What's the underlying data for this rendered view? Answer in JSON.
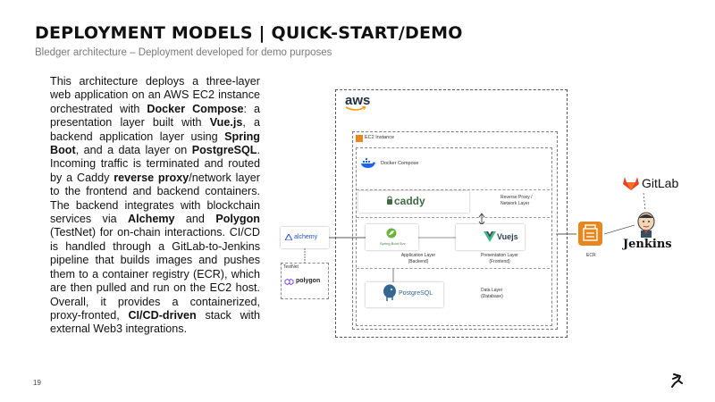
{
  "header": {
    "title": "DEPLOYMENT MODELS | QUICK-START/DEMO",
    "subtitle": "Bledger architecture – Deployment developed for demo purposes"
  },
  "body": {
    "segments": [
      {
        "t": "This architecture deploys a three-layer web application on an AWS EC2 instance orchestrated with ",
        "b": false
      },
      {
        "t": "Docker Compose",
        "b": true
      },
      {
        "t": ": a presentation layer built with ",
        "b": false
      },
      {
        "t": "Vue.js",
        "b": true
      },
      {
        "t": ", a backend application layer using ",
        "b": false
      },
      {
        "t": "Spring Boot",
        "b": true
      },
      {
        "t": ", and a data layer on ",
        "b": false
      },
      {
        "t": "PostgreSQL",
        "b": true
      },
      {
        "t": ". Incoming traffic is terminated and routed by a Caddy ",
        "b": false
      },
      {
        "t": "reverse proxy",
        "b": true
      },
      {
        "t": "/network layer to the frontend and backend containers. The backend integrates with blockchain services via ",
        "b": false
      },
      {
        "t": "Alchemy",
        "b": true
      },
      {
        "t": " and ",
        "b": false
      },
      {
        "t": "Polygon",
        "b": true
      },
      {
        "t": " (TestNet) for on-chain interactions. CI/CD is handled through a GitLab-to-Jenkins pipeline that builds images and pushes them to a container registry (ECR), which are then pulled and run on the EC2 host. Overall, it provides a containerized, proxy-fronted, ",
        "b": false
      },
      {
        "t": "CI/CD-driven",
        "b": true
      },
      {
        "t": " stack with external Web3 integrations.",
        "b": false
      }
    ]
  },
  "diagram": {
    "aws_logo": "aws",
    "ec2_label": "EC2 Instance",
    "docker_compose_label": "Docker Compose",
    "caddy_label": "caddy",
    "reverse_proxy_label_1": "Reverse Proxy /",
    "reverse_proxy_label_2": "Network Layer",
    "spring_label": "Spring Boot Svc",
    "app_layer_label_1": "Application Layer",
    "app_layer_label_2": "(Backend)",
    "vue_label": "Vuejs",
    "pres_layer_label_1": "Presentation Layer",
    "pres_layer_label_2": "(Frontend)",
    "postgres_label": "PostgreSQL",
    "data_layer_label_1": "Data Layer",
    "data_layer_label_2": "(Database)",
    "alchemy_label": "alchemy",
    "testnet_label": "TestNet",
    "polygon_label": "polygon",
    "ecr_label": "ECR",
    "gitlab_label": "GitLab",
    "jenkins_label": "Jenkins"
  },
  "footer": {
    "page_number": "19"
  },
  "colors": {
    "aws_orange": "#ff9900",
    "gitlab_orange": "#e24329",
    "ecr_orange": "#e8871e",
    "alchemy_blue": "#1a4fd6",
    "polygon_purple": "#8247e5",
    "vue_green": "#41b883",
    "spring_green": "#6db33f",
    "postgres_blue": "#336791"
  }
}
